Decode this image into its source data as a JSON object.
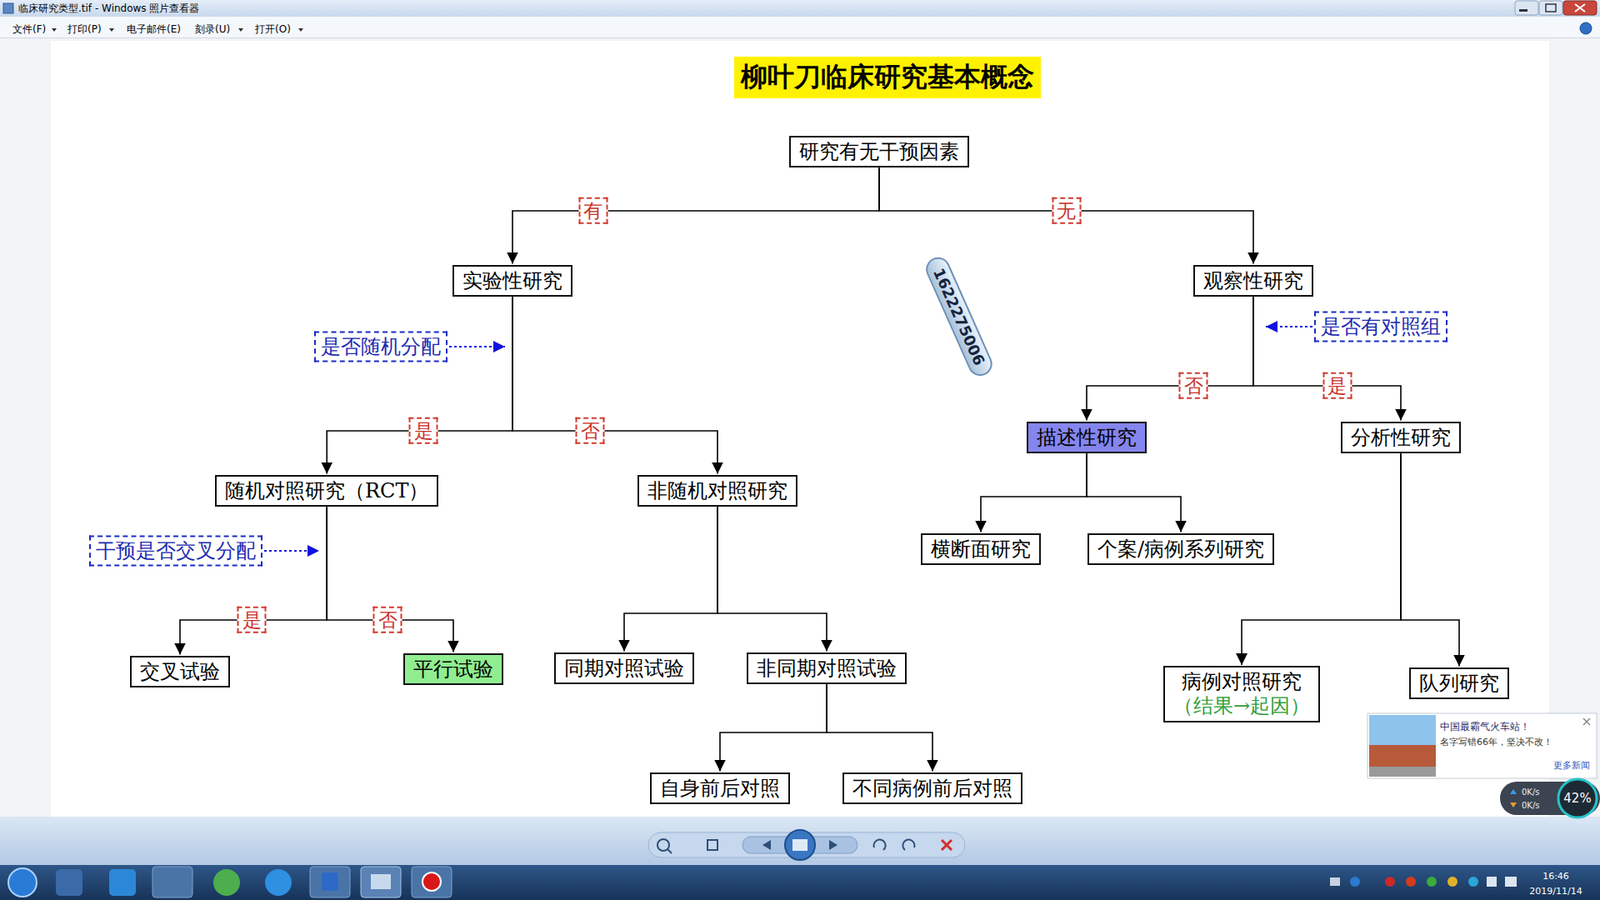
{
  "diagram": {
    "title": "柳叶刀临床研究基本概念",
    "nodes": [
      {
        "text": [
          "研究有无干预因素"
        ]
      },
      {
        "text": [
          "实验性研究"
        ]
      },
      {
        "text": [
          "观察性研究"
        ]
      },
      {
        "text": [
          "随机对照研究（RCT）"
        ]
      },
      {
        "text": [
          "非随机对照研究"
        ]
      },
      {
        "text": [
          "描述性研究"
        ]
      },
      {
        "text": [
          "分析性研究"
        ]
      },
      {
        "text": [
          "交叉试验"
        ]
      },
      {
        "text": [
          "平行试验"
        ]
      },
      {
        "text": [
          "同期对照试验"
        ]
      },
      {
        "text": [
          "非同期对照试验"
        ]
      },
      {
        "text": [
          "横断面研究"
        ]
      },
      {
        "text": [
          "个案/病例系列研究"
        ]
      },
      {
        "text": [
          "病例对照研究",
          "（结果→起因）"
        ]
      },
      {
        "text": [
          "队列研究"
        ]
      },
      {
        "text": [
          "自身前后对照"
        ]
      },
      {
        "text": [
          "不同病例前后对照"
        ]
      }
    ],
    "edges": [
      {
        "from": 0,
        "to": 1,
        "label": "有",
        "arrow": "to"
      },
      {
        "from": 0,
        "to": 2,
        "label": "无",
        "arrow": "to"
      },
      {
        "from": 1,
        "to": 3,
        "label": "是",
        "arrow": "to"
      },
      {
        "from": 1,
        "to": 4,
        "label": "否",
        "arrow": "to"
      },
      {
        "from": 2,
        "to": 5,
        "label": "否",
        "arrow": "to"
      },
      {
        "from": 2,
        "to": 6,
        "label": "是",
        "arrow": "to"
      },
      {
        "from": 3,
        "to": 7,
        "label": "是",
        "arrow": "to"
      },
      {
        "from": 3,
        "to": 8,
        "label": "否",
        "arrow": "to"
      },
      {
        "from": 4,
        "to": 9,
        "arrow": "to"
      },
      {
        "from": 4,
        "to": 10,
        "arrow": "to"
      },
      {
        "from": 5,
        "to": 11,
        "arrow": "to"
      },
      {
        "from": 5,
        "to": 12,
        "arrow": "to"
      },
      {
        "from": 6,
        "to": 13,
        "arrow": "to"
      },
      {
        "from": 6,
        "to": 14,
        "arrow": "to"
      },
      {
        "from": 10,
        "to": 15,
        "arrow": "to"
      },
      {
        "from": 10,
        "to": 16,
        "arrow": "to"
      }
    ],
    "labels": [
      "是否随机分配",
      "是否有对照组",
      "干预是否交叉分配",
      "1622275006",
      "临床研究类型.tif - Windows 照片查看器",
      "文件(F)",
      "打印(P)",
      "电子邮件(E)",
      "刻录(U)",
      "打开(O)",
      "中国最霸气火车站！",
      "名字写错66年，坚决不改！",
      "更多新闻",
      "0K/s",
      "0K/s",
      "42%",
      "16:46",
      "2019/11/14"
    ]
  }
}
